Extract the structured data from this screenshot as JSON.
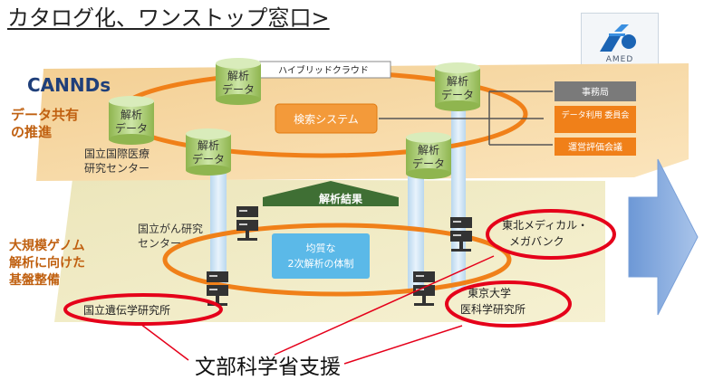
{
  "page": {
    "title": "カタログ化、ワンストップ窓口>"
  },
  "logo": {
    "text": "AMED",
    "icon": "amed-logo-icon"
  },
  "diagram": {
    "canndsLabel": "CANNDs",
    "sectionTopLabel": [
      "データ共有",
      "の推進"
    ],
    "sectionBottomLabel": [
      "大規模ゲノム",
      "解析に向けた",
      "基盤整備"
    ],
    "hybridCloudLabel": "ハイブリッドクラウド",
    "analysisDataLabel": [
      "解析",
      "データ"
    ],
    "searchSystemLabel": "検索システム",
    "rightBoxes": [
      "事務局",
      "データ利用\n委員会",
      "運営評価会議"
    ],
    "ncgmLabel": [
      "国立国際医療",
      "研究センター"
    ],
    "analysisResultLabel": "解析結果",
    "ncccLabel": [
      "国立がん研究",
      "センター"
    ],
    "uniformLabel": [
      "均質な",
      "2次解析の体制"
    ],
    "tohokuLabel": [
      "東北メディカル・",
      "メガバンク"
    ],
    "tokyoLabel": [
      "東京大学",
      "医科学研究所"
    ],
    "nigLabel": "国立遺伝学研究所",
    "supportCaption": "文部科学省支援",
    "accentRed": "#e5001a",
    "orange": "#f08019",
    "darkBlue": "#1f3f7a"
  }
}
